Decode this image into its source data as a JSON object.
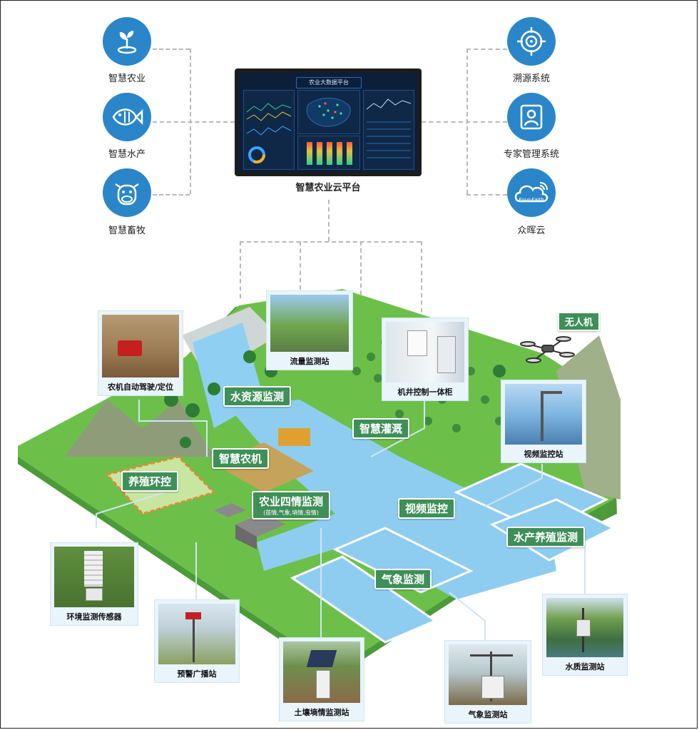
{
  "top_left_items": [
    {
      "label": "智慧农业",
      "icon": "sprout-icon"
    },
    {
      "label": "智慧水产",
      "icon": "fish-icon"
    },
    {
      "label": "智慧畜牧",
      "icon": "cow-icon"
    }
  ],
  "top_right_items": [
    {
      "label": "溯源系统",
      "icon": "trace-target-icon"
    },
    {
      "label": "专家管理系统",
      "icon": "expert-icon"
    },
    {
      "label": "众晖云",
      "icon": "cloud-icon",
      "logo_text": "Four-Faith"
    }
  ],
  "platform": {
    "caption": "智慧农业云平台",
    "screen_title": "农业大数据平台"
  },
  "drone_label": "无人机",
  "photo_stations": [
    {
      "caption": "农机自动驾驶/定位"
    },
    {
      "caption": "流量监测站"
    },
    {
      "caption": "机井控制一体柜"
    },
    {
      "caption": "视频监控站"
    },
    {
      "caption": "环境监测传感器"
    },
    {
      "caption": "预警广播站"
    },
    {
      "caption": "土壤墒情监测站"
    },
    {
      "caption": "气象监测站"
    },
    {
      "caption": "水质监测站"
    }
  ],
  "scene_labels": [
    {
      "text": "水资源监测"
    },
    {
      "text": "智慧灌溉"
    },
    {
      "text": "智慧农机"
    },
    {
      "text": "养殖环控"
    },
    {
      "text": "农业四情监测",
      "sub": "(苗情,气象,墒情,虫情)"
    },
    {
      "text": "视频监控"
    },
    {
      "text": "水产养殖监测"
    },
    {
      "text": "气象监测"
    }
  ],
  "colors": {
    "icon_blue": "#2a86c8",
    "label_green": "#3f8f58",
    "grass": "#6cc04a",
    "water": "#8fcdf0"
  }
}
